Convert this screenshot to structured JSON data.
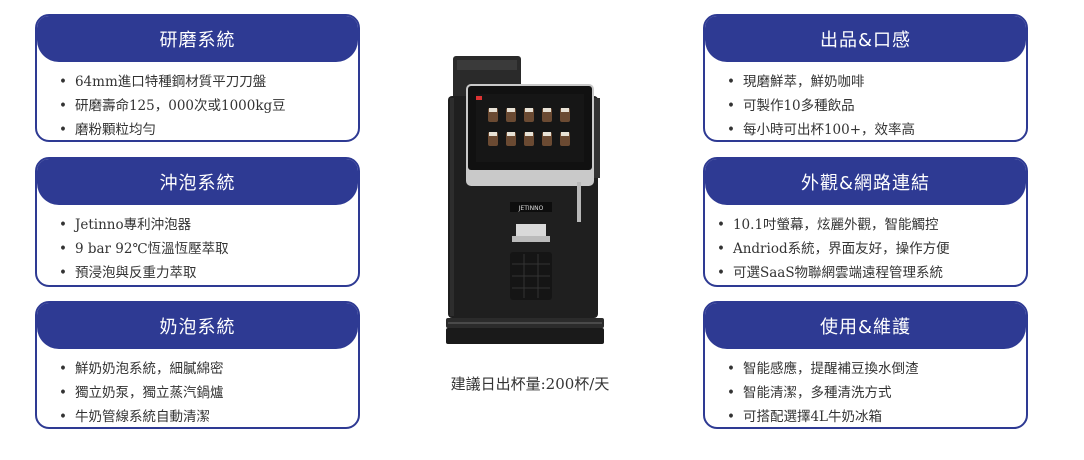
{
  "cards": {
    "grind": {
      "title": "研磨系統",
      "items": [
        "64mm進口特種鋼材質平刀刀盤",
        "研磨壽命125，000次或1000kg豆",
        "磨粉顆粒均勻"
      ]
    },
    "brew": {
      "title": "沖泡系統",
      "items": [
        "Jetinno專利沖泡器",
        "9 bar 92℃恆溫恆壓萃取",
        "預浸泡與反重力萃取"
      ]
    },
    "milk": {
      "title": "奶泡系統",
      "items": [
        "鮮奶奶泡系統，細膩綿密",
        "獨立奶泵，獨立蒸汽鍋爐",
        "牛奶管線系統自動清潔"
      ]
    },
    "output": {
      "title": "出品&口感",
      "items": [
        "現磨鮮萃，鮮奶咖啡",
        "可製作10多種飲品",
        "每小時可出杯100+，效率高"
      ]
    },
    "design": {
      "title": "外觀&網路連結",
      "items": [
        "10.1吋螢幕，炫麗外觀，智能觸控",
        "Andriod系統，界面友好，操作方便",
        "可選SaaS物聯網雲端遠程管理系統"
      ]
    },
    "maintenance": {
      "title": "使用&維護",
      "items": [
        "智能感應，提醒補豆換水倒渣",
        "智能清潔，多種清洗方式",
        "可搭配選擇4L牛奶冰箱"
      ]
    }
  },
  "bullet": "•",
  "machine": {
    "brand": "JETINNO"
  },
  "caption": "建議日出杯量:200杯/天",
  "colors": {
    "accent": "#2e3a93"
  }
}
